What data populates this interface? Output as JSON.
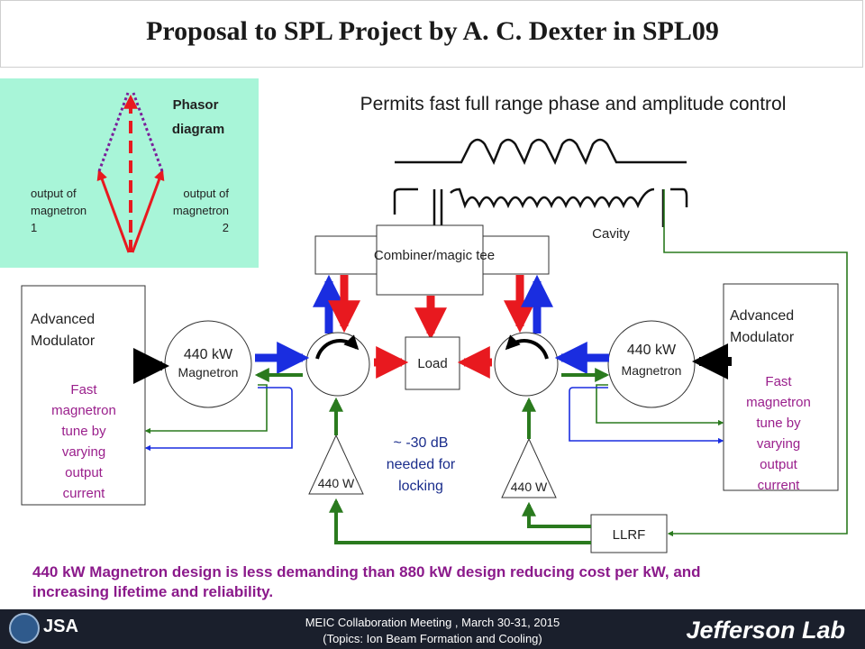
{
  "title": "Proposal to SPL Project by A. C. Dexter in SPL09",
  "subtitle": "Permits fast full range phase and amplitude control",
  "phasor": {
    "title_line1": "Phasor",
    "title_line2": "diagram",
    "left_label": [
      "output of",
      "magnetron",
      "1"
    ],
    "right_label": [
      "output of",
      "magnetron",
      "2"
    ]
  },
  "labels": {
    "cavity": "Cavity",
    "combiner": "Combiner/magic tee",
    "load": "Load",
    "amp_left": "440 W",
    "amp_right": "440 W",
    "llrf": "LLRF",
    "locking": [
      "~ -30 dB",
      "needed for",
      "locking"
    ],
    "magnetron_power": "440 kW",
    "magnetron_name": "Magnetron",
    "modulator": [
      "Advanced",
      "Modulator"
    ],
    "fast_tune": [
      "Fast",
      "magnetron",
      "tune by",
      "varying",
      "output",
      "current"
    ]
  },
  "note": "440 kW Magnetron design is less demanding than 880 kW design reducing cost per kW, and increasing lifetime and reliability.",
  "footer": {
    "line1": "MEIC Collaboration Meeting , March 30-31, 2015",
    "line2": "(Topics: Ion Beam Formation and Cooling)",
    "lab": "Jefferson Lab",
    "jsa": "JSA"
  },
  "colors": {
    "red": "#e8191f",
    "blue": "#1a2de0",
    "green": "#2a7a1e",
    "purple": "#7a1f9a",
    "magenta": "#9a1f8c",
    "phasor_bg": "#a8f5d8"
  }
}
